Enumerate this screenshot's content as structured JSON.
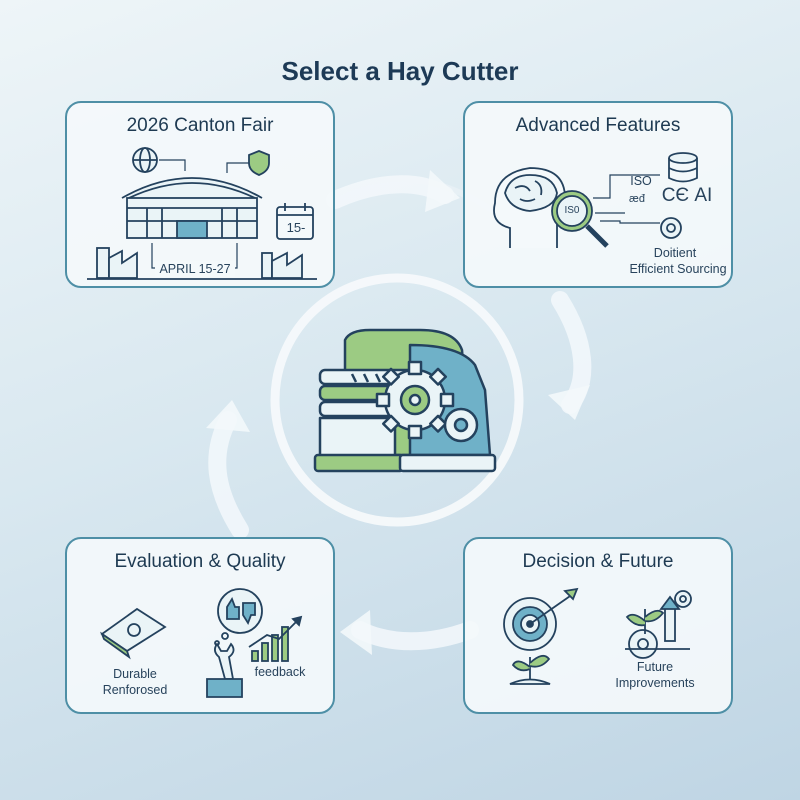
{
  "title": "Select a Hay Cutter",
  "colors": {
    "teal": "#4e8fa6",
    "green": "#8fc276",
    "navy": "#1d3a56",
    "light": "#f4f9fb"
  },
  "cards": {
    "fair": {
      "title": "2026 Canton Fair",
      "date_badge": "APRIL 15-27",
      "calendar": "15-",
      "icons": [
        "globe-icon",
        "shield-icon",
        "exhibition-hall-icon",
        "calendar-icon",
        "factory-icon"
      ]
    },
    "features": {
      "title": "Advanced Features",
      "iso": "ISO",
      "ce_ai": "CЄ AI",
      "small": "æđ",
      "magnifier_text": "IS0",
      "caption_1": "Doitient",
      "caption_2": "Efficient Sourcing",
      "icons": [
        "head-brain-icon",
        "magnifier-icon",
        "database-icon",
        "gear-icon"
      ]
    },
    "evaluation": {
      "title": "Evaluation & Quality",
      "caption_1": "Durable",
      "caption_2": "Renforosed",
      "feedback": "feedback",
      "icons": [
        "blade-icon",
        "thumbs-icon",
        "wrench-hand-icon",
        "growth-chart-icon"
      ]
    },
    "decision": {
      "title": "Decision & Future",
      "caption_1": "Future",
      "caption_2": "Improvements",
      "icons": [
        "target-icon",
        "sprout-icon",
        "growth-gear-icon"
      ]
    }
  }
}
